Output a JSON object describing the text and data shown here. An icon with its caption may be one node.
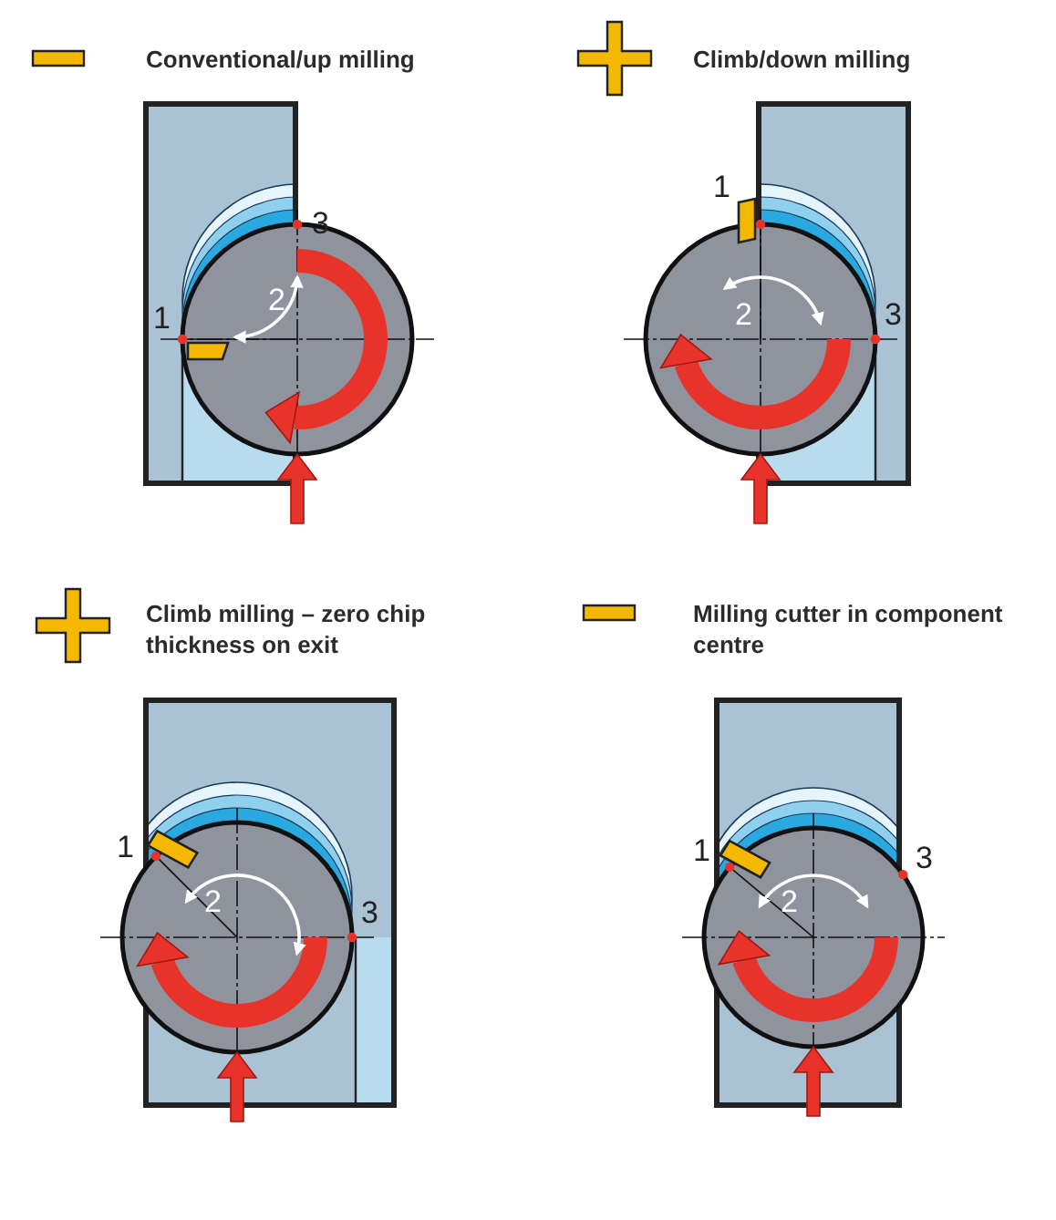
{
  "diagram": {
    "labels": [
      "Conventional/up milling",
      "1",
      "2",
      "3",
      "Climb/down milling",
      "1",
      "2",
      "3",
      "Climb milling – zero chip thickness on exit",
      "1",
      "2",
      "3",
      "Milling cutter in component centre",
      "1",
      "2",
      "3"
    ]
  }
}
